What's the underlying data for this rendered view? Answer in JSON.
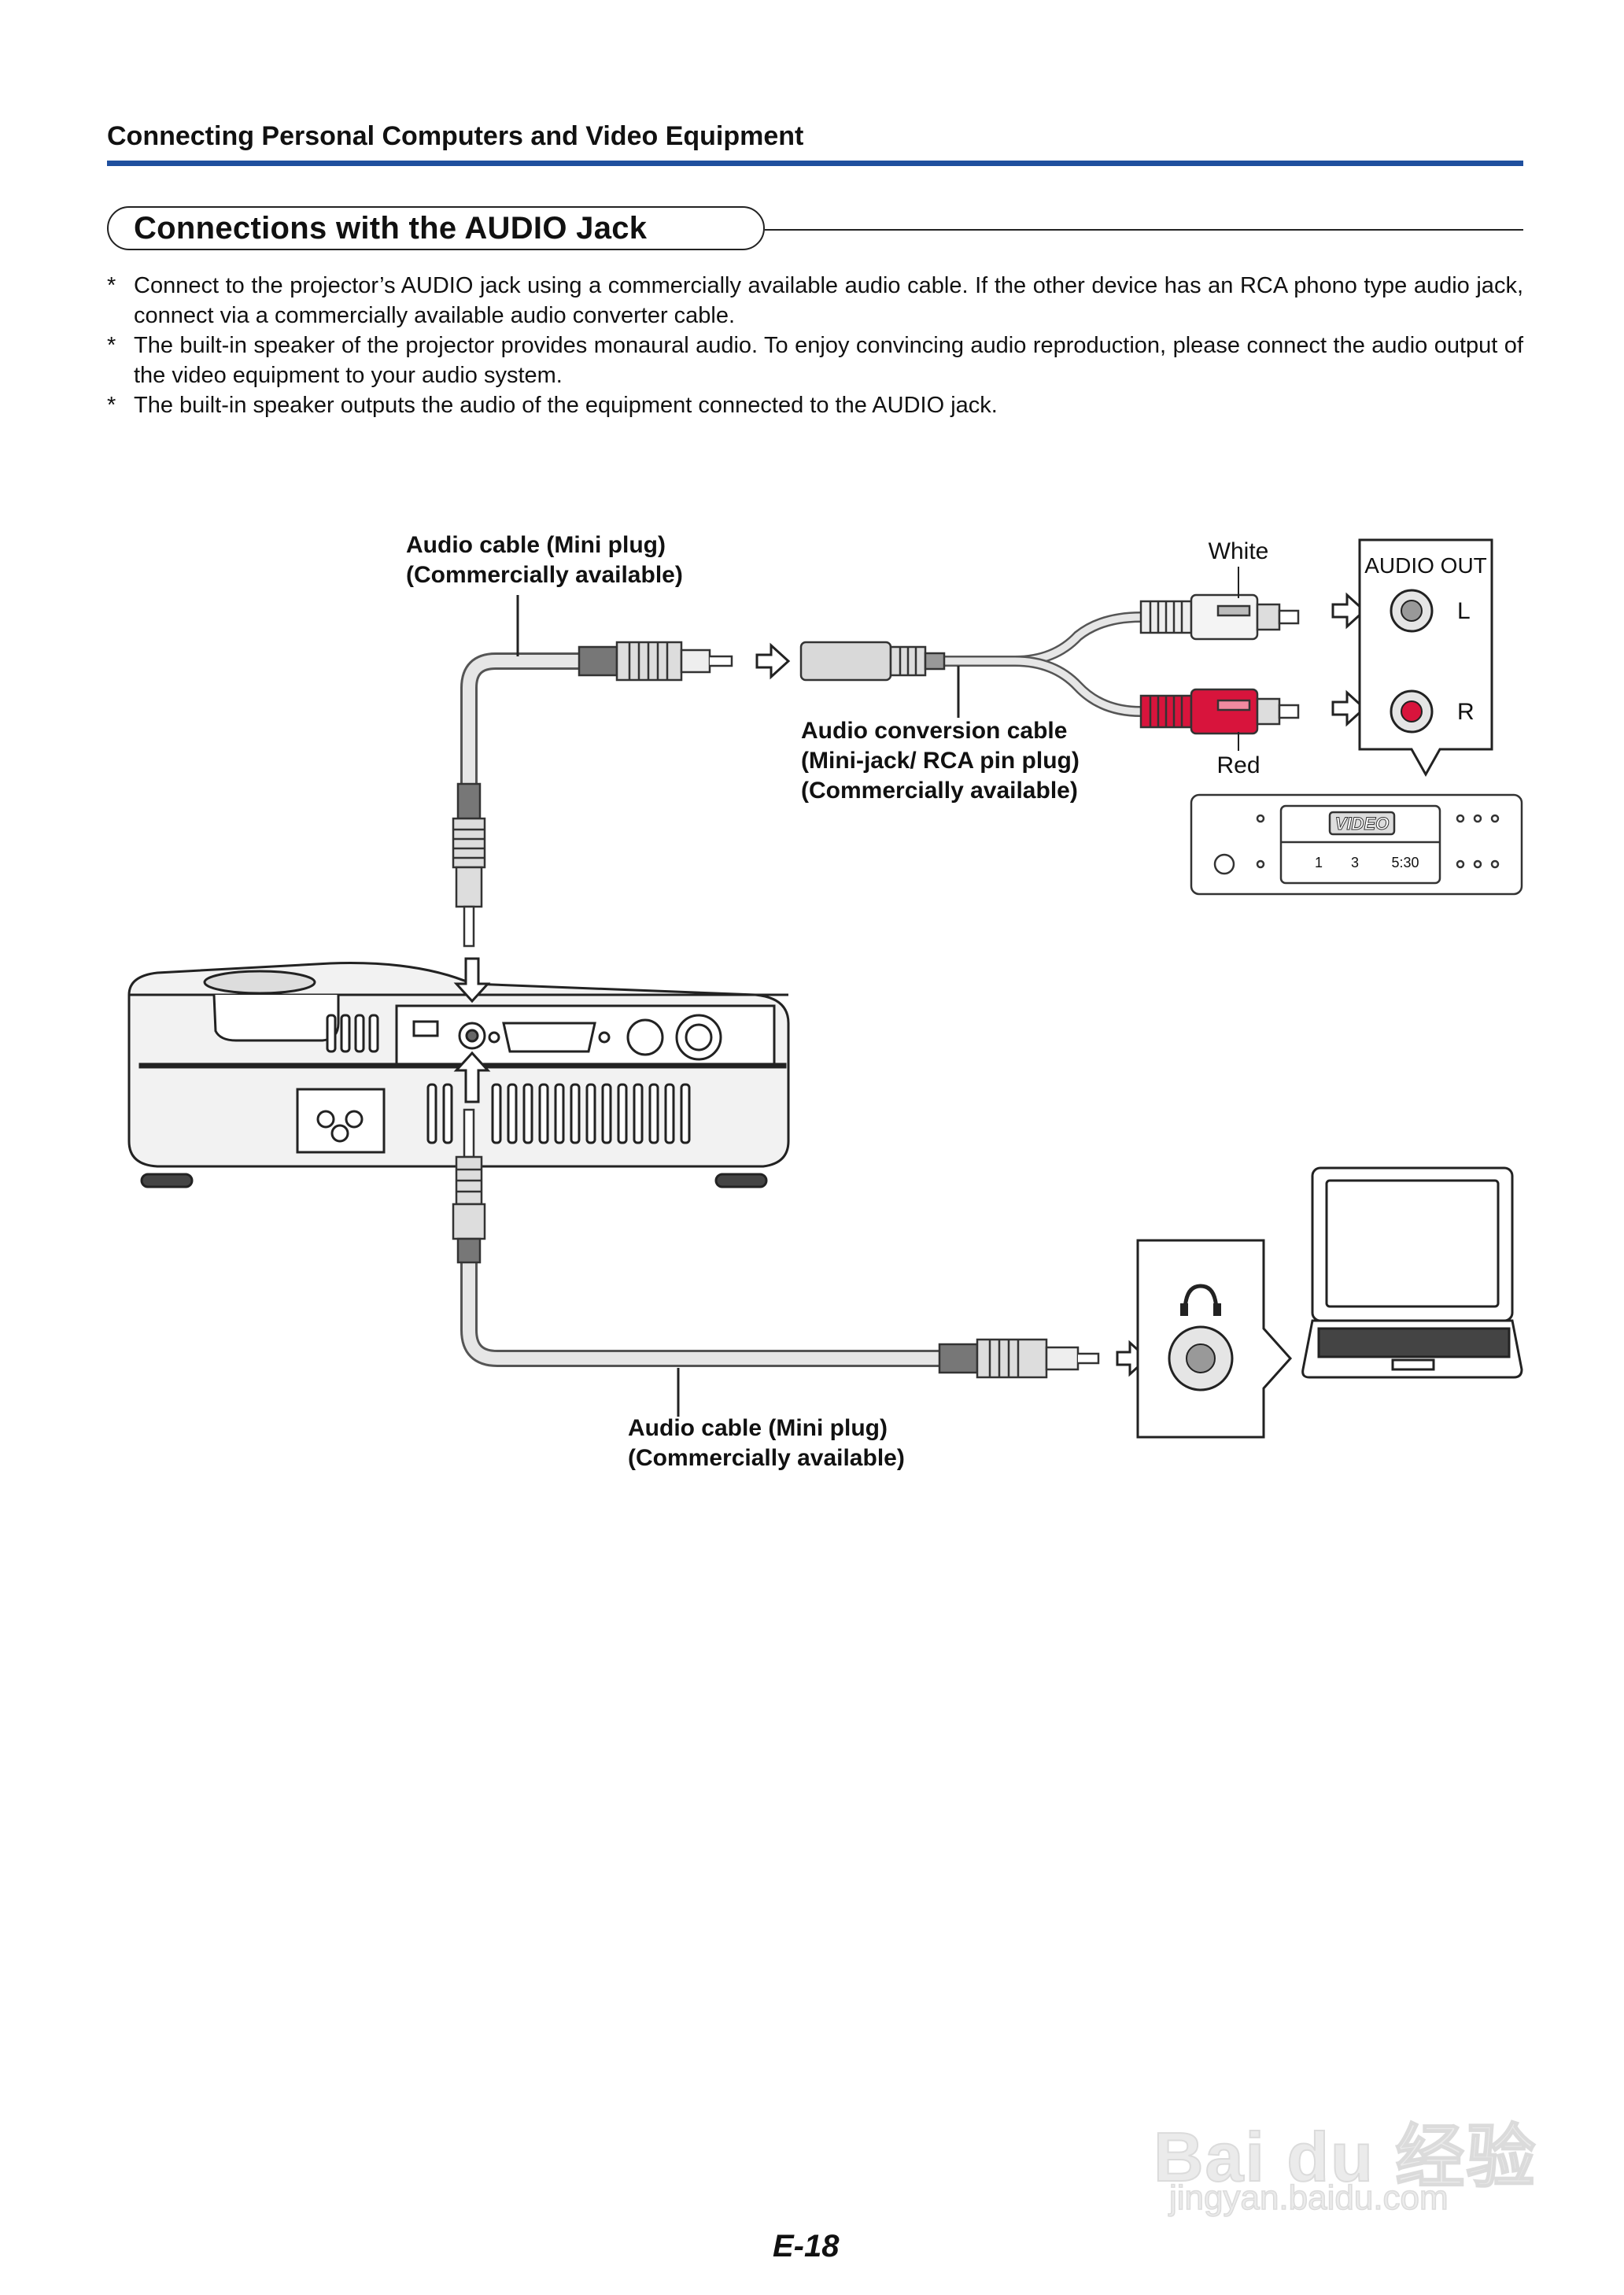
{
  "header": {
    "title": "Connecting Personal Computers and Video Equipment"
  },
  "section": {
    "title": "Connections with the AUDIO Jack"
  },
  "notes": [
    {
      "bullet": "*",
      "text": "Connect to the projector’s AUDIO jack using a commercially available audio cable. If the other device has an RCA phono type audio jack, connect via a commercially available audio converter cable."
    },
    {
      "bullet": "*",
      "text": "The built-in speaker of the projector provides monaural audio. To enjoy convincing audio reproduction, please connect the audio output of the video equipment to your audio system."
    },
    {
      "bullet": "*",
      "text": "The built-in speaker outputs the audio of the equipment connected to the AUDIO jack."
    }
  ],
  "diagram": {
    "top_cable_label": {
      "line1": "Audio cable (Mini plug)",
      "line2": "(Commercially available)"
    },
    "conversion_cable_label": {
      "line1": "Audio conversion cable",
      "line2": "(Mini-jack/ RCA pin plug)",
      "line3": "(Commercially available)"
    },
    "white_label": "White",
    "red_label": "Red",
    "audio_out": {
      "title": "AUDIO OUT",
      "left": "L",
      "right": "R"
    },
    "vcr": {
      "display_label": "VIDEO",
      "digits": [
        "1",
        "3",
        "5:30"
      ]
    },
    "bottom_cable_label": {
      "line1": "Audio cable (Mini plug)",
      "line2": "(Commercially available)"
    },
    "colors": {
      "red_plug": "#d8143c",
      "cable_gray": "#e6e6e6"
    }
  },
  "footer": {
    "page_number": "E-18"
  },
  "watermark": {
    "brand": "Bai du 经验",
    "url": "jingyan.baidu.com"
  }
}
